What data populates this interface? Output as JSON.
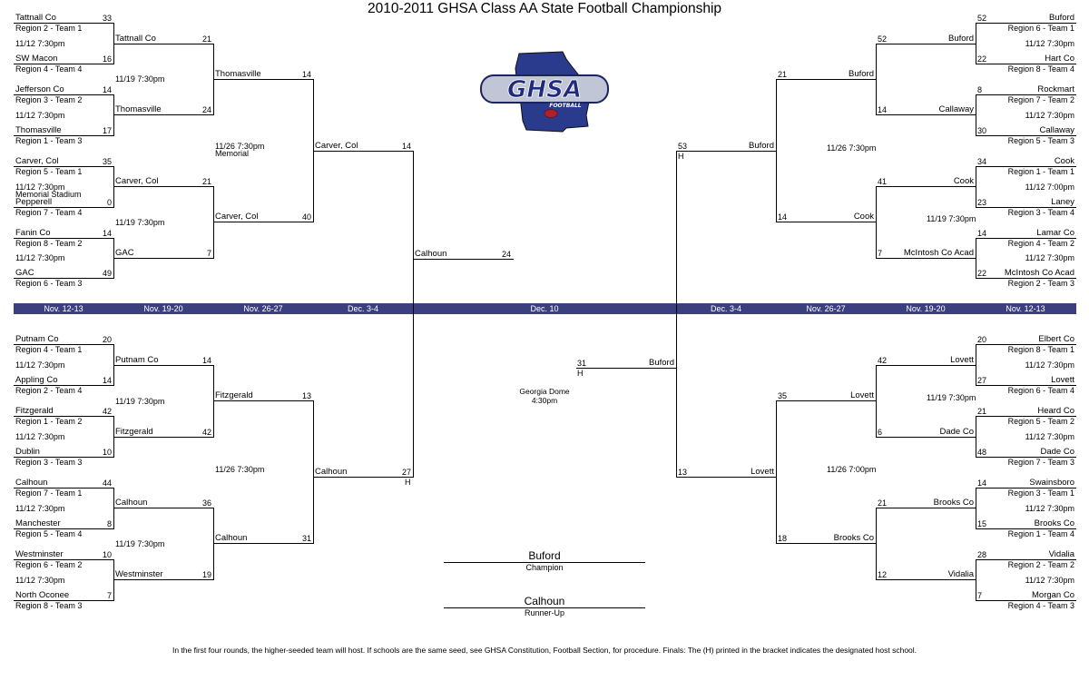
{
  "title": "2010-2011 GHSA Class AA State Football Championship",
  "banner": [
    "Nov. 12-13",
    "Nov. 19-20",
    "Nov. 26-27",
    "Dec. 3-4",
    "Dec. 10",
    "Dec. 3-4",
    "Nov. 26-27",
    "Nov. 19-20",
    "Nov. 12-13"
  ],
  "logo": {
    "text": "GHSA",
    "subtext": "FOOTBALL"
  },
  "left": {
    "r1": [
      {
        "team": "Tattnall Co",
        "score": "33",
        "seed": "Region 2 - Team 1"
      },
      {
        "team": "SW Macon",
        "score": "16",
        "seed": "Region 4 - Team 4"
      },
      {
        "team": "Jefferson Co",
        "score": "14",
        "seed": "Region 3 - Team 2"
      },
      {
        "team": "Thomasville",
        "score": "17",
        "seed": "Region 1 - Team 3"
      },
      {
        "team": "Carver, Col",
        "score": "35",
        "seed": "Region 5 - Team 1"
      },
      {
        "team": "Pepperell",
        "score": "0",
        "seed": "Region 7 - Team 4"
      },
      {
        "team": "Fanin Co",
        "score": "14",
        "seed": "Region 8 - Team 2"
      },
      {
        "team": "GAC",
        "score": "49",
        "seed": "Region 6 - Team 3"
      },
      {
        "team": "Putnam Co",
        "score": "20",
        "seed": "Region 4 - Team 1"
      },
      {
        "team": "Appling Co",
        "score": "14",
        "seed": "Region 2 - Team 4"
      },
      {
        "team": "Fitzgerald",
        "score": "42",
        "seed": "Region 1 - Team 2"
      },
      {
        "team": "Dublin",
        "score": "10",
        "seed": "Region 3 - Team 3"
      },
      {
        "team": "Calhoun",
        "score": "44",
        "seed": "Region 7 - Team 1"
      },
      {
        "team": "Manchester",
        "score": "8",
        "seed": "Region 5 - Team 4"
      },
      {
        "team": "Westminster",
        "score": "10",
        "seed": "Region 6 - Team 2"
      },
      {
        "team": "North Oconee",
        "score": "7",
        "seed": "Region 8 - Team 3"
      }
    ],
    "r1_times": [
      "11/12 7:30pm",
      "11/12 7:30pm",
      "11/12 7:30pm",
      "11/12 7:30pm",
      "11/12 7:30pm",
      "11/12 7:30pm",
      "11/12 7:30pm",
      "11/12 7:30pm"
    ],
    "r1_venue3": "Memorial Stadium",
    "r2": [
      {
        "team": "Tattnall Co",
        "score": "21"
      },
      {
        "team": "Thomasville",
        "score": "24"
      },
      {
        "team": "Carver, Col",
        "score": "21"
      },
      {
        "team": "GAC",
        "score": "7"
      },
      {
        "team": "Putnam Co",
        "score": "14"
      },
      {
        "team": "Fitzgerald",
        "score": "42"
      },
      {
        "team": "Calhoun",
        "score": "36"
      },
      {
        "team": "Westminster",
        "score": "19"
      }
    ],
    "r2_times": [
      "11/19 7:30pm",
      "11/19 7:30pm",
      "11/19 7:30pm",
      "11/19 7:30pm"
    ],
    "r3": [
      {
        "team": "Thomasville",
        "score": "14"
      },
      {
        "team": "Carver, Col",
        "score": "40"
      },
      {
        "team": "Fitzgerald",
        "score": "13"
      },
      {
        "team": "Calhoun",
        "score": "31"
      }
    ],
    "r3_times": [
      "11/26 7:30pm",
      "11/26 7:30pm"
    ],
    "r3_venue1": "Memorial",
    "r4": [
      {
        "team": "Carver, Col",
        "score": "14"
      },
      {
        "team": "Calhoun",
        "score": "27",
        "host": "H"
      }
    ],
    "final": {
      "team": "Calhoun",
      "score": "24"
    }
  },
  "right": {
    "r1": [
      {
        "team": "Buford",
        "score": "52",
        "seed": "Region 6 - Team 1"
      },
      {
        "team": "Hart Co",
        "score": "22",
        "seed": "Region 8 - Team 4"
      },
      {
        "team": "Rockmart",
        "score": "8",
        "seed": "Region 7 - Team 2"
      },
      {
        "team": "Callaway",
        "score": "30",
        "seed": "Region 5 - Team 3"
      },
      {
        "team": "Cook",
        "score": "34",
        "seed": "Region 1 - Team 1"
      },
      {
        "team": "Laney",
        "score": "23",
        "seed": "Region 3 - Team 4"
      },
      {
        "team": "Lamar Co",
        "score": "14",
        "seed": "Region 4 - Team 2"
      },
      {
        "team": "McIntosh Co Acad",
        "score": "22",
        "seed": "Region 2 - Team 3"
      },
      {
        "team": "Elbert Co",
        "score": "20",
        "seed": "Region 8 - Team 1"
      },
      {
        "team": "Lovett",
        "score": "27",
        "seed": "Region 6 - Team 4"
      },
      {
        "team": "Heard Co",
        "score": "21",
        "seed": "Region 5 - Team 2"
      },
      {
        "team": "Dade Co",
        "score": "48",
        "seed": "Region 7 - Team 3"
      },
      {
        "team": "Swainsboro",
        "score": "14",
        "seed": "Region 3 - Team 1"
      },
      {
        "team": "Brooks Co",
        "score": "15",
        "seed": "Region 1 - Team 4"
      },
      {
        "team": "Vidalia",
        "score": "28",
        "seed": "Region 2 - Team 2"
      },
      {
        "team": "Morgan Co",
        "score": "7",
        "seed": "Region 4 - Team 3"
      }
    ],
    "r1_times": [
      "11/12 7:30pm",
      "11/12 7:30pm",
      "11/12 7:00pm",
      "11/12 7:30pm",
      "11/12 7:30pm",
      "11/12 7:30pm",
      "11/12 7:30pm",
      "11/12 7:30pm"
    ],
    "r2": [
      {
        "team": "Buford",
        "score": "52"
      },
      {
        "team": "Callaway",
        "score": "14"
      },
      {
        "team": "Cook",
        "score": "41"
      },
      {
        "team": "McIntosh Co Acad",
        "score": "7"
      },
      {
        "team": "Lovett",
        "score": "42"
      },
      {
        "team": "Dade Co",
        "score": "6"
      },
      {
        "team": "Brooks Co",
        "score": "21"
      },
      {
        "team": "Vidalia",
        "score": "12"
      }
    ],
    "r2_times": [
      "11/19 7:30pm",
      "11/19 7:30pm"
    ],
    "r3": [
      {
        "team": "Buford",
        "score": "21"
      },
      {
        "team": "Cook",
        "score": "14"
      },
      {
        "team": "Lovett",
        "score": "35"
      },
      {
        "team": "Brooks Co",
        "score": "18"
      }
    ],
    "r3_times": [
      "11/26 7:30pm",
      "11/26 7:00pm"
    ],
    "r4": [
      {
        "team": "Buford",
        "score": "53",
        "host": "H"
      },
      {
        "team": "Lovett",
        "score": "13"
      }
    ],
    "final": {
      "team": "Buford",
      "score": "31",
      "host": "H"
    }
  },
  "finals_venue": [
    "Georgia Dome",
    "4:30pm"
  ],
  "champion": {
    "team": "Buford",
    "label": "Champion"
  },
  "runner_up": {
    "team": "Calhoun",
    "label": "Runner-Up"
  },
  "footer": "In the first four rounds, the higher-seeded team will host.  If schools are the same seed, see GHSA Constitution, Football Section, for procedure.  Finals: The (H) printed in the bracket indicates the designated host school."
}
